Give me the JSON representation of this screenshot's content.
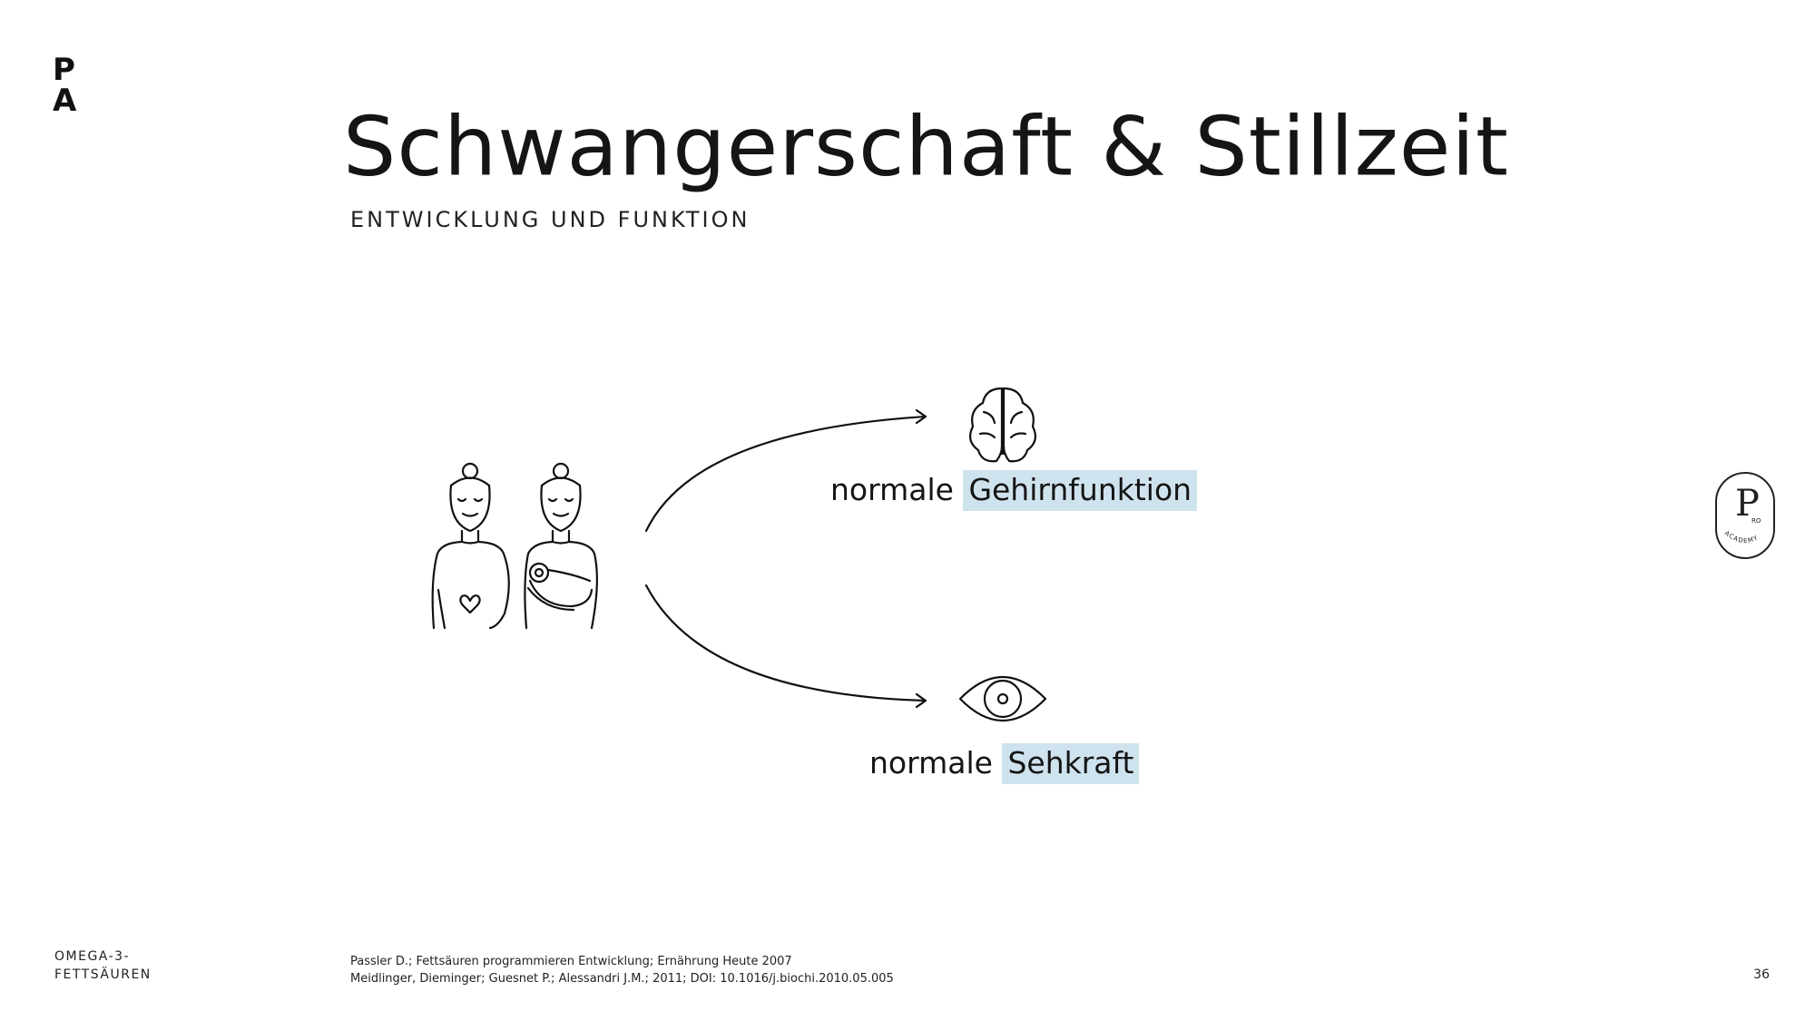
{
  "logo": {
    "line1": "P",
    "line2": "A"
  },
  "title": "Schwangerschaft & Stillzeit",
  "subtitle": "ENTWICKLUNG UND FUNKTION",
  "outcomes": [
    {
      "prefix": "normale",
      "highlight": "Gehirnfunktion",
      "icon": "brain-icon"
    },
    {
      "prefix": "normale",
      "highlight": "Sehkraft",
      "icon": "eye-icon"
    }
  ],
  "figures": {
    "icon_left": "pregnant-woman-icon",
    "icon_right": "breastfeeding-woman-icon"
  },
  "badge": {
    "letter": "P",
    "small": "RO",
    "arc_text": "ACADEMY"
  },
  "footer": {
    "section_line1": "OMEGA-3-",
    "section_line2": "FETTSÄUREN",
    "ref1": "Passler D.; Fettsäuren programmieren Entwicklung; Ernährung Heute 2007",
    "ref2": "Meidlinger, Dieminger; Guesnet P.; Alessandri J.M.; 2011; DOI: 10.1016/j.biochi.2010.05.005",
    "page": "36"
  },
  "colors": {
    "highlight": "#cfe3ee",
    "text": "#151515"
  }
}
